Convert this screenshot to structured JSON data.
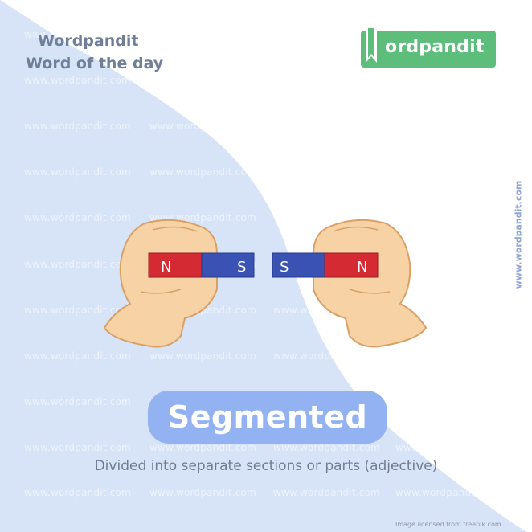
{
  "header": {
    "brand": "Wordpandit",
    "subtitle": "Word of the day"
  },
  "logo": {
    "initial_icon": "bookmark-w-icon",
    "text": "ordpandit",
    "color": "#5cbe7a"
  },
  "side_watermark": "www.wordpandit.com",
  "watermark_text": "www.wordpandit.com",
  "illustration": {
    "description": "Two hands holding bar magnets with like poles (S and S) facing each other",
    "left_magnet": {
      "left_pole": "N",
      "right_pole": "S"
    },
    "right_magnet": {
      "left_pole": "S",
      "right_pole": "N"
    },
    "colors": {
      "north": "#d42a33",
      "south": "#3a52b4",
      "skin": "#f6d2a4"
    }
  },
  "word": {
    "text": "Segmented",
    "pill_color": "#93b2f2"
  },
  "definition": "Divided into separate sections or parts (adjective)",
  "credit": "Image licensed from freepik.com",
  "colors": {
    "background_shape": "#d7e4f8",
    "text_primary": "#6f7f98"
  }
}
